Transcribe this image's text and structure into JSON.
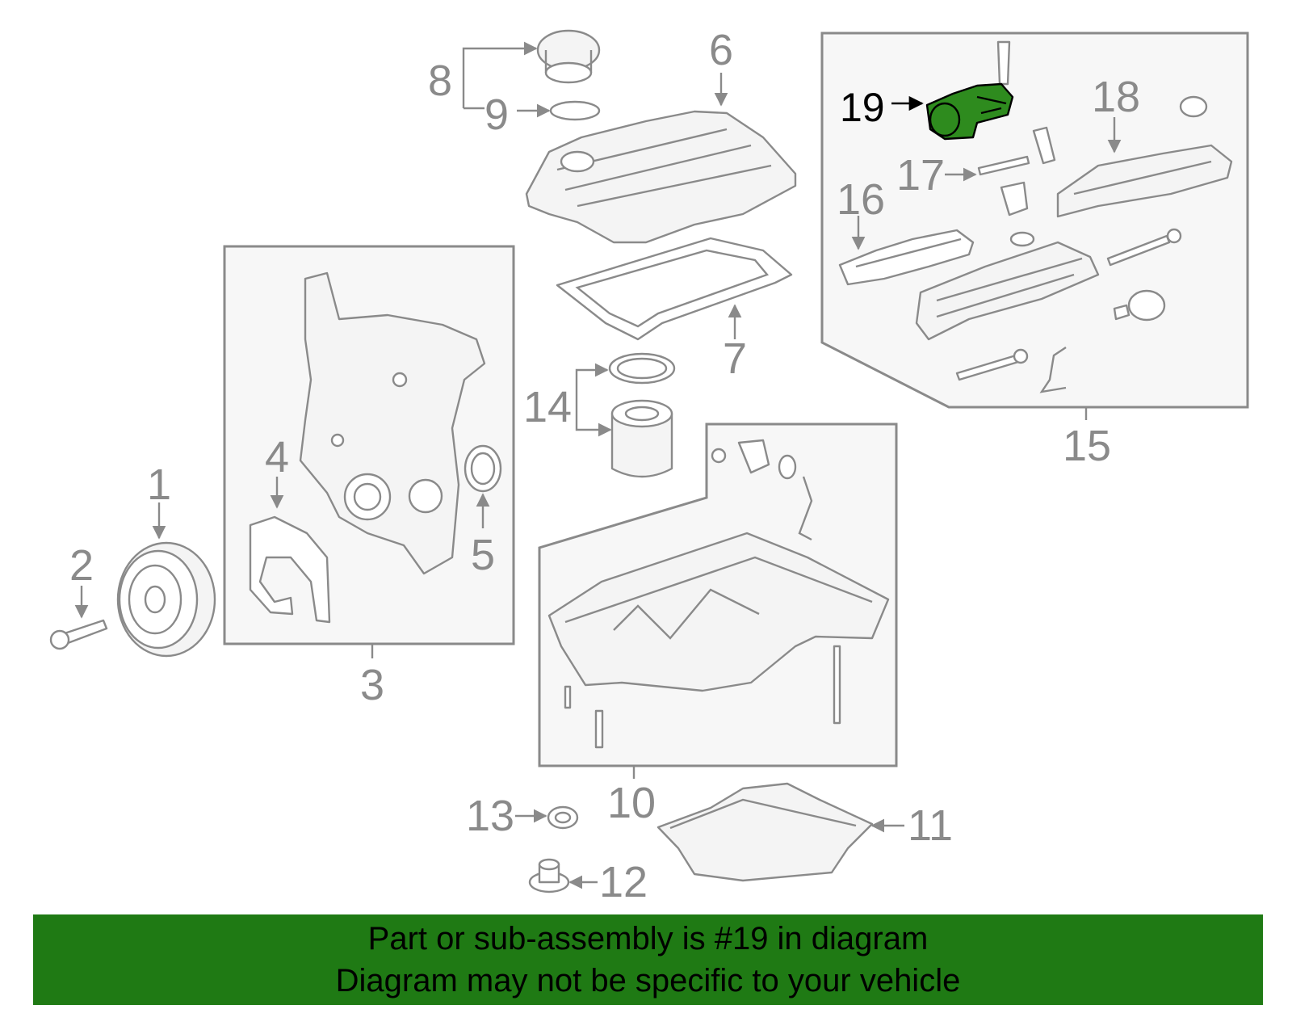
{
  "callouts": {
    "c1": "1",
    "c2": "2",
    "c3": "3",
    "c4": "4",
    "c5": "5",
    "c6": "6",
    "c7": "7",
    "c8": "8",
    "c9": "9",
    "c10": "10",
    "c11": "11",
    "c12": "12",
    "c13": "13",
    "c14": "14",
    "c15": "15",
    "c16": "16",
    "c17": "17",
    "c18": "18",
    "c19": "19"
  },
  "highlighted_part": "19",
  "colors": {
    "highlight": "#2e8b1e",
    "banner": "#1f7a14",
    "line_art": "#8a8a8a"
  },
  "banner": {
    "line1": "Part or sub-assembly is #19 in diagram",
    "line2": "Diagram may not be specific to your vehicle"
  }
}
